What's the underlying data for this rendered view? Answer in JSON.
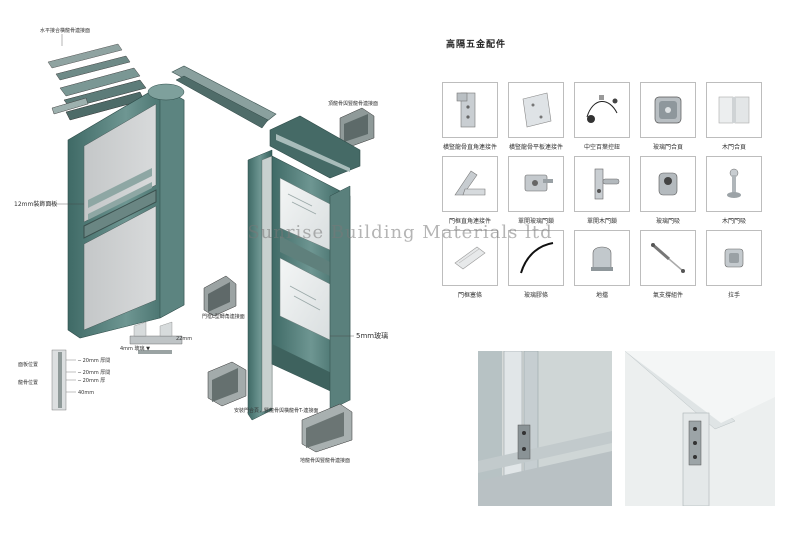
{
  "diagram": {
    "labels": {
      "top_left_connector": "水平接合橫龍骨連接面",
      "top_right_connector": "頂龍骨與豎龍骨連接面",
      "decor_panel": "12mm裝飾面板",
      "glass": "5mm玻璃",
      "door_frame_connector": "門框L型轉角連接面",
      "bottom_connector": "地龍骨與豎龍骨連接面",
      "door_leaf_note": "安裝門合頁，豎龍骨與橫龍骨T-連接面",
      "detail_a": "─ 20mm 厚間",
      "detail_b": "─ 20mm 厚間",
      "detail_c": "─ 20mm 厚",
      "detail_d": "40mm",
      "detail_side_a": "面板位置",
      "detail_side_b": "龍骨位置",
      "section_tag": "4mm 玻璃 ▼",
      "section_tag2": "22mm"
    }
  },
  "hardware": {
    "title": "高隔五金配件",
    "items": [
      {
        "label": "橫豎龍骨直角連接件",
        "icon": "bracket-plate-icon"
      },
      {
        "label": "橫豎龍骨平板連接件",
        "icon": "flat-plate-icon"
      },
      {
        "label": "中空百葉控鈕",
        "icon": "blind-control-icon"
      },
      {
        "label": "玻璃門合頁",
        "icon": "glass-hinge-icon"
      },
      {
        "label": "木門合頁",
        "icon": "wood-hinge-icon"
      },
      {
        "label": "門框直角連接件",
        "icon": "corner-angle-icon"
      },
      {
        "label": "單開玻璃門鎖",
        "icon": "glass-lock-icon"
      },
      {
        "label": "單開木門鎖",
        "icon": "wood-lock-icon"
      },
      {
        "label": "玻璃門吸",
        "icon": "glass-stopper-icon"
      },
      {
        "label": "木門門吸",
        "icon": "wood-stopper-icon"
      },
      {
        "label": "門框塞條",
        "icon": "frame-strip-icon"
      },
      {
        "label": "玻璃膠條",
        "icon": "rubber-strip-icon"
      },
      {
        "label": "地擋",
        "icon": "floor-stop-icon"
      },
      {
        "label": "氣支撐組件",
        "icon": "gas-strut-icon"
      },
      {
        "label": "拉手",
        "icon": "handle-icon"
      }
    ]
  },
  "watermark": "Sunrise Building Materials ltd"
}
